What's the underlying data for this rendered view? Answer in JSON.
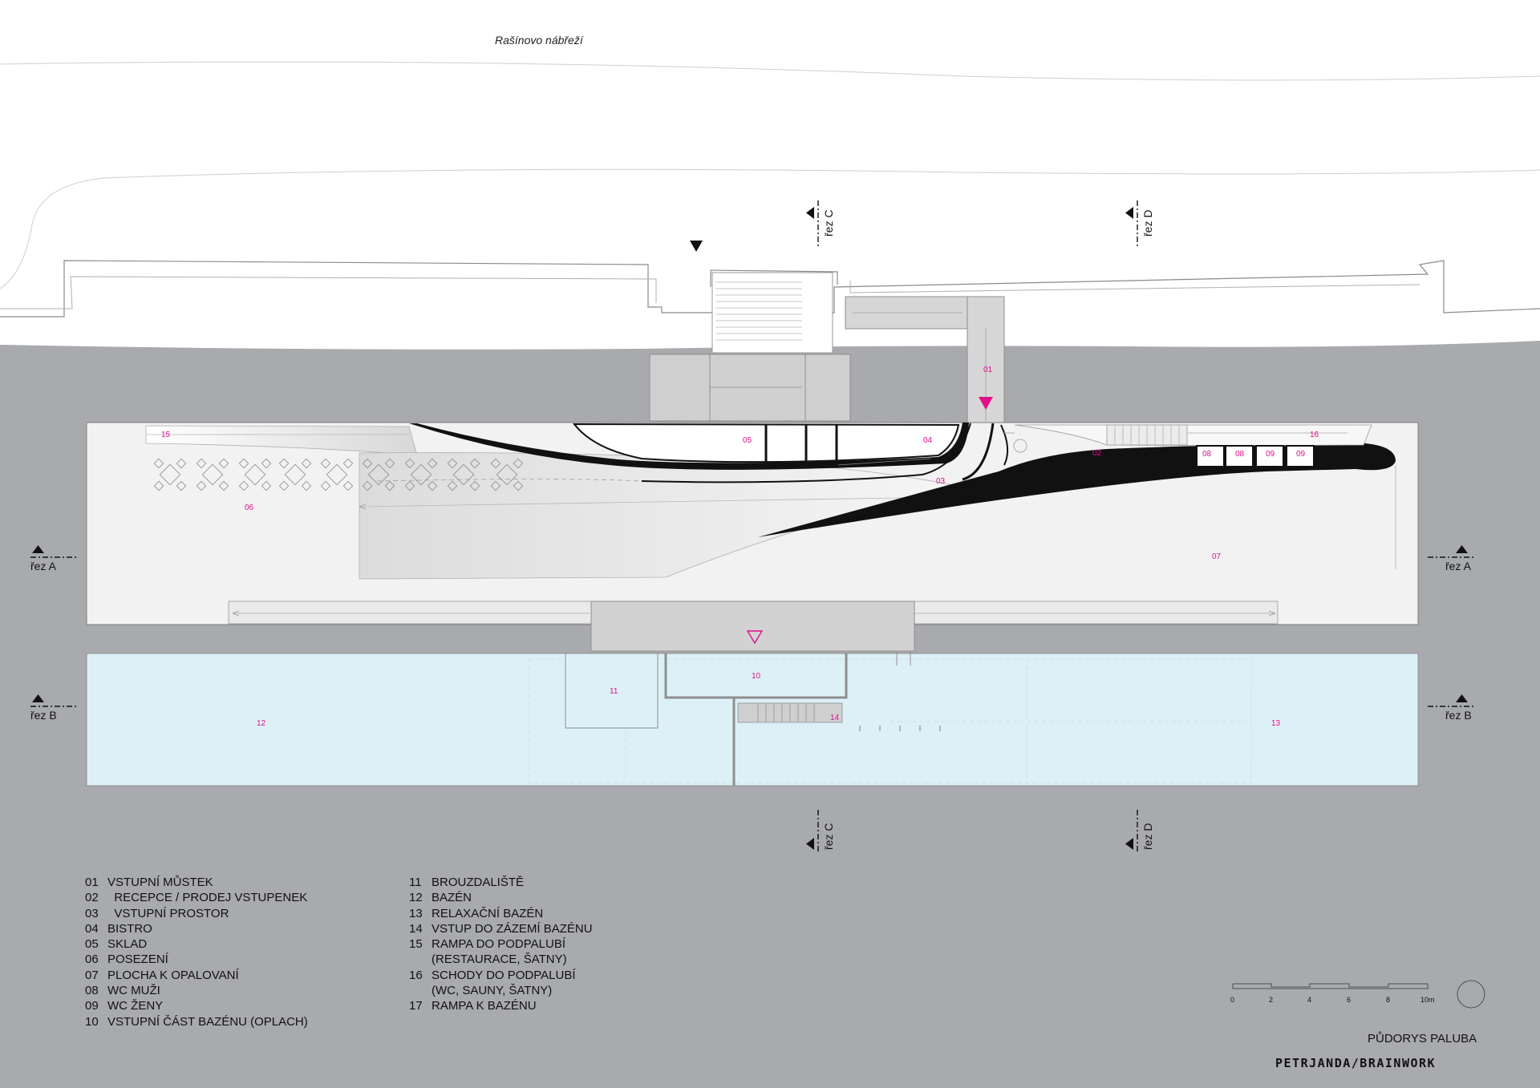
{
  "street_name": "Rašínovo nábřeží",
  "room_numbers": {
    "r01": "01",
    "r02": "02",
    "r03": "03",
    "r04": "04",
    "r05": "05",
    "r06": "06",
    "r07": "07",
    "r08a": "08",
    "r08b": "08",
    "r09a": "09",
    "r09b": "09",
    "r10": "10",
    "r11": "11",
    "r12": "12",
    "r13": "13",
    "r14": "14",
    "r15": "15",
    "r16": "16"
  },
  "section_markers": {
    "a_left": "řez A",
    "a_right": "řez A",
    "b_left": "řez B",
    "b_right": "řez B",
    "c_top": "řez C",
    "c_bottom": "řez C",
    "d_top": "řez D",
    "d_bottom": "řez D"
  },
  "legend_left": [
    {
      "num": "01",
      "text": "VSTUPNÍ MŮSTEK"
    },
    {
      "num": "02",
      "text": "  RECEPCE / PRODEJ VSTUPENEK"
    },
    {
      "num": "03",
      "text": "  VSTUPNÍ PROSTOR"
    },
    {
      "num": "04",
      "text": "BISTRO"
    },
    {
      "num": "05",
      "text": "SKLAD"
    },
    {
      "num": "06",
      "text": "POSEZENÍ"
    },
    {
      "num": "07",
      "text": "PLOCHA K OPALOVANÍ"
    },
    {
      "num": "08",
      "text": "WC MUŽI"
    },
    {
      "num": "09",
      "text": "WC ŽENY"
    },
    {
      "num": "10",
      "text": "VSTUPNÍ ČÁST BAZÉNU (OPLACH)"
    }
  ],
  "legend_right": [
    {
      "num": "11",
      "text": "BROUZDALIŠTĚ"
    },
    {
      "num": "12",
      "text": "BAZÉN"
    },
    {
      "num": "13",
      "text": "RELAXAČNÍ BAZÉN"
    },
    {
      "num": "14",
      "text": "VSTUP DO ZÁZEMÍ BAZÉNU"
    },
    {
      "num": "15",
      "text": "RAMPA DO PODPALUBÍ",
      "cont": "(RESTAURACE, ŠATNY)"
    },
    {
      "num": "16",
      "text": "SCHODY DO PODPALUBÍ",
      "cont": "(WC, SAUNY, ŠATNY)"
    },
    {
      "num": "17",
      "text": "RAMPA K BAZÉNU"
    }
  ],
  "scale_bar": {
    "labels": [
      "0",
      "2",
      "4",
      "6",
      "8",
      "10m"
    ]
  },
  "drawing_title": "PŮDORYS PALUBA",
  "credit": "PETRJANDA/BRAINWORK",
  "colors": {
    "background": "#a9aaad",
    "street": "#ffffff",
    "deck": "#f2f2f2",
    "pool": "#ddf0f8",
    "accent": "#e0108a",
    "walls": "#111111"
  }
}
